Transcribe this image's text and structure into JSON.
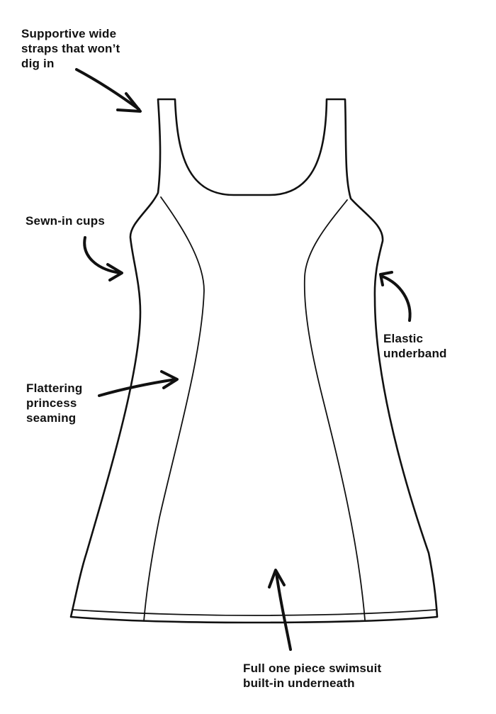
{
  "callouts": {
    "straps": [
      "Supportive wide",
      "straps that won’t",
      "dig in"
    ],
    "cups": [
      "Sewn-in cups"
    ],
    "underband": [
      "Elastic",
      "underband"
    ],
    "seaming": [
      "Flattering",
      "princess",
      "seaming"
    ],
    "swimsuit": [
      "Full one piece swimsuit",
      "built-in underneath"
    ]
  },
  "style": {
    "ink_color": "#111111",
    "background": "#ffffff"
  }
}
